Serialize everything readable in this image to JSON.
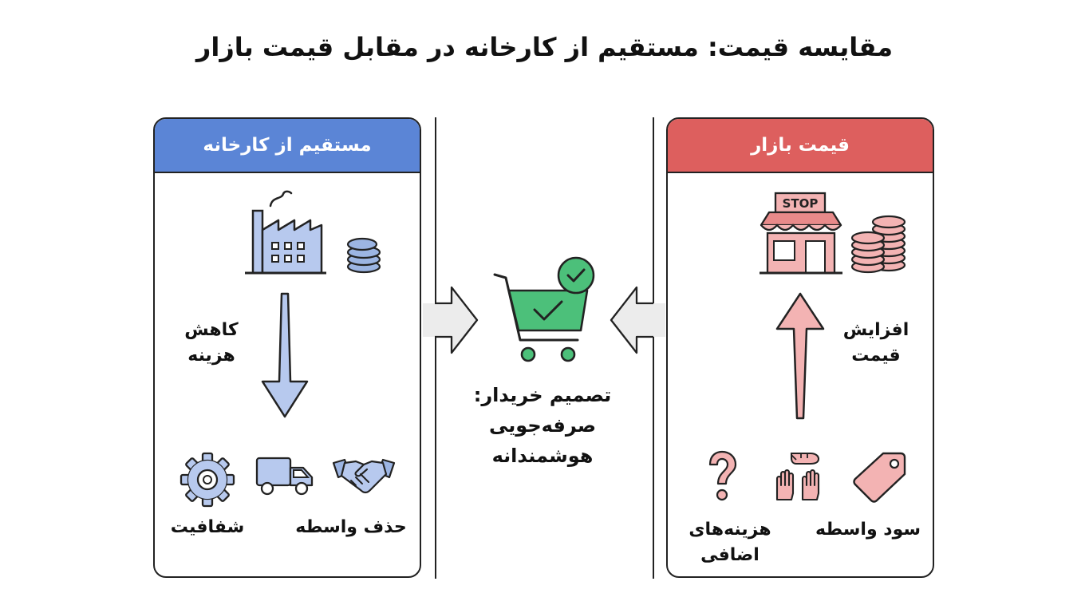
{
  "title": "مقایسه قیمت: مستقیم از کارخانه در مقابل قیمت بازار",
  "left_panel": {
    "header": "مستقیم از کارخانه",
    "arrow_label": [
      "کاهش",
      "هزینه"
    ],
    "items": [
      {
        "label": "حذف واسطه",
        "icons": [
          "handshake-icon",
          "delivery-truck-icon"
        ]
      },
      {
        "label": "شفافیت",
        "icons": [
          "gear-icon"
        ]
      }
    ],
    "icons": [
      "factory-icon",
      "coins-icon",
      "down-arrow-icon"
    ],
    "color": "#5b85d6"
  },
  "right_panel": {
    "header": "قیمت بازار",
    "arrow_label": [
      "افزایش",
      "قیمت"
    ],
    "store_sign": "STOP",
    "items": [
      {
        "label": "سود واسطه",
        "icons": [
          "price-tag-icon"
        ]
      },
      {
        "label": [
          "هزینه‌های",
          "اضافی"
        ],
        "icons": [
          "question-mark-icon",
          "hands-icon"
        ]
      }
    ],
    "icons": [
      "store-icon",
      "coins-icon",
      "up-arrow-icon"
    ],
    "color": "#dd5f5e"
  },
  "center": {
    "label": [
      "تصمیم خریدار:",
      "صرفه‌جویی",
      "هوشمندانه"
    ],
    "icons": [
      "shopping-cart-icon",
      "checkmark-icon",
      "arrow-left-icon",
      "arrow-right-icon"
    ],
    "color": "#4cc07a"
  }
}
